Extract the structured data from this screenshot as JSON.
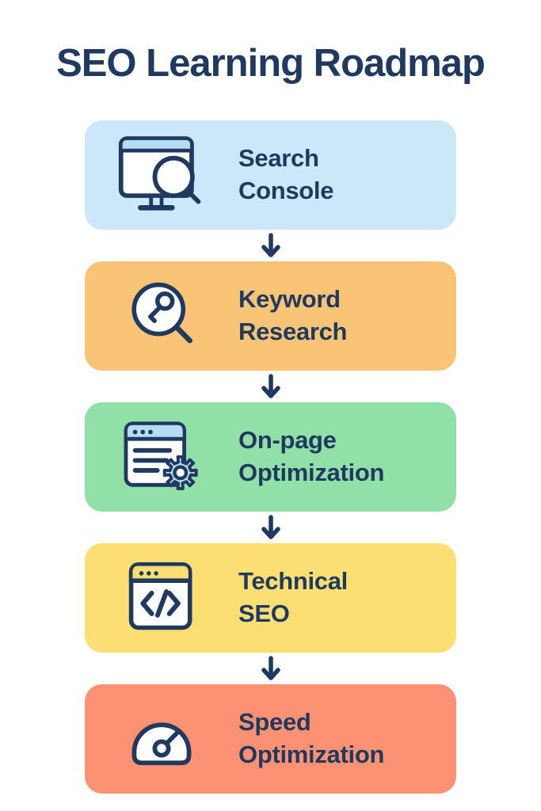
{
  "title": "SEO Learning Roadmap",
  "colors": {
    "navy": "#1f3a5e",
    "icon_accent_blue": "#b5dcf2",
    "icon_accent_yellow": "#fbdf72"
  },
  "steps": [
    {
      "label": "Search Console",
      "line1": "Search",
      "line2": "Console",
      "bg": "#cce7f7",
      "icon": "search-console-monitor-icon"
    },
    {
      "label": "Keyword Research",
      "line1": "Keyword",
      "line2": "Research",
      "bg": "#fac477",
      "icon": "keyword-magnifier-key-icon"
    },
    {
      "label": "On-page Optimization",
      "line1": "On-page",
      "line2": "Optimization",
      "bg": "#90e0a7",
      "icon": "page-gear-icon"
    },
    {
      "label": "Technical SEO",
      "line1": "Technical",
      "line2": "SEO",
      "bg": "#fbdf72",
      "icon": "code-window-icon"
    },
    {
      "label": "Speed Optimization",
      "line1": "Speed",
      "line2": "Optimization",
      "bg": "#fd9173",
      "icon": "speedometer-icon"
    }
  ]
}
